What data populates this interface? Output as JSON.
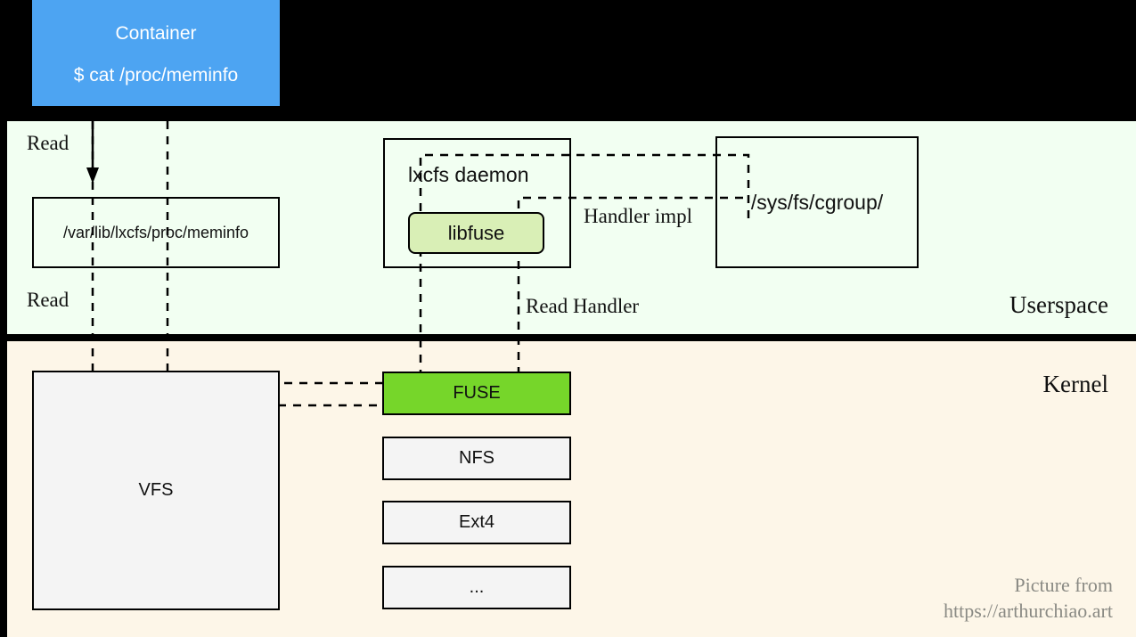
{
  "diagram": {
    "title": "lxcfs FUSE read flow",
    "layers": [
      {
        "name": "userspace",
        "label": "Userspace",
        "bg": "#f2fff2"
      },
      {
        "name": "kernel",
        "label": "Kernel",
        "bg": "#fdf6e8"
      }
    ],
    "colors": {
      "container_blue": "#4da4f2",
      "fuse_green": "#76d62a",
      "libfuse_green": "#d9efb6",
      "box_gray": "#f4f4f4",
      "userspace_bg": "#f2fff2",
      "kernel_bg": "#fdf6e8",
      "stroke": "#000000",
      "watermark_gray": "#8a8a84"
    }
  },
  "container": {
    "title": "Container",
    "command": "$ cat /proc/meminfo"
  },
  "userspace": {
    "label": "Userspace",
    "meminfo_path": "/var/lib/lxcfs/proc/meminfo",
    "lxcfs_daemon": "lxcfs daemon",
    "libfuse": "libfuse",
    "cgroup_path": "/sys/fs/cgroup/"
  },
  "kernel": {
    "label": "Kernel",
    "vfs": "VFS",
    "filesystems": [
      {
        "name": "FUSE",
        "highlight": true
      },
      {
        "name": "NFS",
        "highlight": false
      },
      {
        "name": "Ext4",
        "highlight": false
      },
      {
        "name": "...",
        "highlight": false
      }
    ]
  },
  "edges": [
    {
      "id": "read-top",
      "label": "Read"
    },
    {
      "id": "read-bottom",
      "label": "Read"
    },
    {
      "id": "read-handler",
      "label": "Read Handler"
    },
    {
      "id": "handler-impl",
      "label": "Handler impl"
    }
  ],
  "watermark": {
    "line1": "Picture from",
    "line2": "https://arthurchiao.art"
  }
}
